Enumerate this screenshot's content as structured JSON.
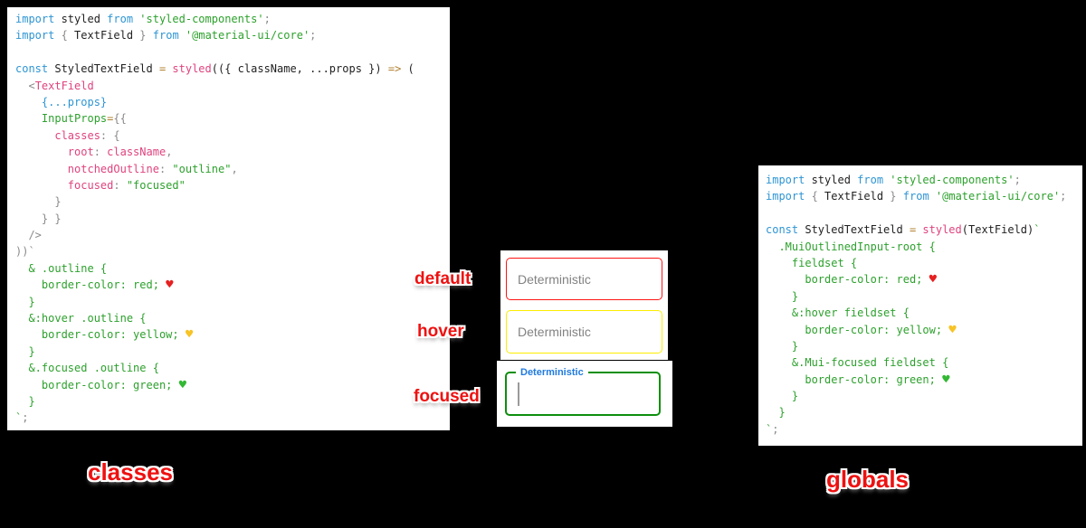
{
  "colors": {
    "background": "#000000",
    "panel_bg": "#ffffff",
    "annotation_red": "#ee1111",
    "border_default_red": "#ff1414",
    "border_hover_yellow": "#fdee00",
    "border_focused_green": "#0d8f0d",
    "focused_label_blue": "#1f7ae0",
    "placeholder_gray": "#828282",
    "syntax_keyword_blue": "#2e95d3",
    "syntax_pink": "#df437e",
    "syntax_green": "#2da12d",
    "syntax_gray": "#8a8a8a"
  },
  "captions": {
    "classes": "classes",
    "globals": "globals"
  },
  "demo": {
    "default": {
      "state_label": "default",
      "placeholder": "Deterministic"
    },
    "hover": {
      "state_label": "hover",
      "placeholder": "Deterministic"
    },
    "focused": {
      "state_label": "focused",
      "label_text": "Deterministic"
    }
  },
  "icons": {
    "heart_red": "red-heart-icon",
    "heart_yellow": "yellow-heart-icon",
    "heart_green": "green-heart-icon"
  },
  "left_code": {
    "lines": [
      [
        [
          "kw",
          "import"
        ],
        [
          "plain",
          " styled "
        ],
        [
          "kw",
          "from"
        ],
        [
          "str",
          " 'styled-components'"
        ],
        [
          "gray",
          ";"
        ]
      ],
      [
        [
          "kw",
          "import"
        ],
        [
          "gray",
          " { "
        ],
        [
          "plain",
          "TextField"
        ],
        [
          "gray",
          " } "
        ],
        [
          "kw",
          "from"
        ],
        [
          "str",
          " '@material-ui/core'"
        ],
        [
          "gray",
          ";"
        ]
      ],
      [],
      [
        [
          "kw",
          "const"
        ],
        [
          "plain",
          " StyledTextField "
        ],
        [
          "amber",
          "= "
        ],
        [
          "pink",
          "styled"
        ],
        [
          "plain",
          "(({ className, ...props }) "
        ],
        [
          "amber",
          "=>"
        ],
        [
          "plain",
          " ("
        ]
      ],
      [
        [
          "gray",
          "  <"
        ],
        [
          "pink",
          "TextField"
        ]
      ],
      [
        [
          "kw",
          "    {...props}"
        ]
      ],
      [
        [
          "str",
          "    InputProps"
        ],
        [
          "amber",
          "="
        ],
        [
          "gray",
          "{{"
        ]
      ],
      [
        [
          "pink",
          "      classes"
        ],
        [
          "gray",
          ": {"
        ]
      ],
      [
        [
          "pink",
          "        root"
        ],
        [
          "gray",
          ": "
        ],
        [
          "pink",
          "className"
        ],
        [
          "gray",
          ","
        ]
      ],
      [
        [
          "pink",
          "        notchedOutline"
        ],
        [
          "gray",
          ": "
        ],
        [
          "str",
          "\"outline\""
        ],
        [
          "gray",
          ","
        ]
      ],
      [
        [
          "pink",
          "        focused"
        ],
        [
          "gray",
          ": "
        ],
        [
          "str",
          "\"focused\""
        ]
      ],
      [
        [
          "gray",
          "      }"
        ]
      ],
      [
        [
          "gray",
          "    } }"
        ]
      ],
      [
        [
          "gray",
          "  />"
        ]
      ],
      [
        [
          "gray",
          "))`"
        ]
      ],
      [
        [
          "css",
          "  & .outline {"
        ]
      ],
      [
        [
          "css",
          "    border-color: red; "
        ],
        [
          "heart-red",
          "♥"
        ]
      ],
      [
        [
          "css",
          "  }"
        ]
      ],
      [
        [
          "css",
          "  &:hover .outline {"
        ]
      ],
      [
        [
          "css",
          "    border-color: yellow; "
        ],
        [
          "heart-yellow",
          "♥"
        ]
      ],
      [
        [
          "css",
          "  }"
        ]
      ],
      [
        [
          "css",
          "  &.focused .outline {"
        ]
      ],
      [
        [
          "css",
          "    border-color: green; "
        ],
        [
          "heart-green",
          "♥"
        ]
      ],
      [
        [
          "css",
          "  }"
        ]
      ],
      [
        [
          "css",
          "`"
        ],
        [
          "gray",
          ";"
        ]
      ]
    ]
  },
  "right_code": {
    "lines": [
      [
        [
          "kw",
          "import"
        ],
        [
          "plain",
          " styled "
        ],
        [
          "kw",
          "from"
        ],
        [
          "str",
          " 'styled-components'"
        ],
        [
          "gray",
          ";"
        ]
      ],
      [
        [
          "kw",
          "import"
        ],
        [
          "gray",
          " { "
        ],
        [
          "plain",
          "TextField"
        ],
        [
          "gray",
          " } "
        ],
        [
          "kw",
          "from"
        ],
        [
          "str",
          " '@material-ui/core'"
        ],
        [
          "gray",
          ";"
        ]
      ],
      [],
      [
        [
          "kw",
          "const"
        ],
        [
          "plain",
          " StyledTextField "
        ],
        [
          "amber",
          "= "
        ],
        [
          "pink",
          "styled"
        ],
        [
          "plain",
          "(TextField)"
        ],
        [
          "css",
          "`"
        ]
      ],
      [
        [
          "css",
          "  .MuiOutlinedInput-root {"
        ]
      ],
      [
        [
          "css",
          "    fieldset {"
        ]
      ],
      [
        [
          "css",
          "      border-color: red; "
        ],
        [
          "heart-red",
          "♥"
        ]
      ],
      [
        [
          "css",
          "    }"
        ]
      ],
      [
        [
          "css",
          "    &:hover fieldset {"
        ]
      ],
      [
        [
          "css",
          "      border-color: yellow; "
        ],
        [
          "heart-yellow",
          "♥"
        ]
      ],
      [
        [
          "css",
          "    }"
        ]
      ],
      [
        [
          "css",
          "    &.Mui-focused fieldset {"
        ]
      ],
      [
        [
          "css",
          "      border-color: green; "
        ],
        [
          "heart-green",
          "♥"
        ]
      ],
      [
        [
          "css",
          "    }"
        ]
      ],
      [
        [
          "css",
          "  }"
        ]
      ],
      [
        [
          "css",
          "`"
        ],
        [
          "gray",
          ";"
        ]
      ]
    ]
  }
}
